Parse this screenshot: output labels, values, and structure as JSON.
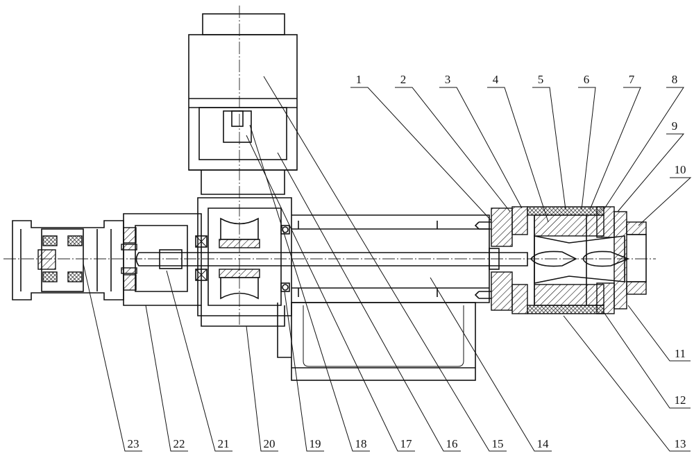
{
  "figure": {
    "part_labels": [
      "1",
      "2",
      "3",
      "4",
      "5",
      "6",
      "7",
      "8",
      "9",
      "10",
      "11",
      "12",
      "13",
      "14",
      "15",
      "16",
      "17",
      "18",
      "19",
      "20",
      "21",
      "22",
      "23"
    ]
  }
}
